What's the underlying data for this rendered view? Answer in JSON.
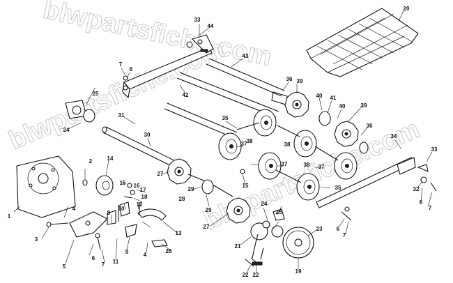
{
  "watermark": {
    "top": "blwpartsfiche.com",
    "middle": "blwpartsfiche.com",
    "bottom": "blwpartsfiche.com"
  },
  "callouts": {
    "c1": "1",
    "c2": "2",
    "c3": "3",
    "c4a": "4",
    "c4b": "4",
    "c5": "5",
    "c6a": "6",
    "c6b": "6",
    "c6c": "6",
    "c6d": "6",
    "c7a": "7",
    "c7b": "7",
    "c7c": "7",
    "c7d": "7",
    "c8": "8",
    "c9": "9",
    "c10": "10",
    "c11": "11",
    "c12": "12",
    "c13": "13",
    "c14": "14",
    "c15a": "15",
    "c15b": "15",
    "c16": "16",
    "c17": "17",
    "c18": "18",
    "c19": "19",
    "c20": "20",
    "c21": "21",
    "c22": "22",
    "c23": "23",
    "c24a": "24",
    "c24b": "24",
    "c25a": "25",
    "c25b": "25",
    "c26": "26",
    "c27a": "27",
    "c27b": "27",
    "c28": "28",
    "c29": "29",
    "c30": "30",
    "c31": "31",
    "c32": "32",
    "c33a": "33",
    "c33b": "33",
    "c34": "34",
    "c35a": "35",
    "c35b": "35",
    "c36a": "36",
    "c36b": "36",
    "c37a": "37",
    "c37b": "37",
    "c37c": "37",
    "c38a": "38",
    "c38b": "38",
    "c38c": "38",
    "c39a": "39",
    "c39b": "39",
    "c40a": "40",
    "c40b": "40",
    "c41": "41",
    "c42": "42",
    "c43": "43",
    "c44": "44"
  }
}
